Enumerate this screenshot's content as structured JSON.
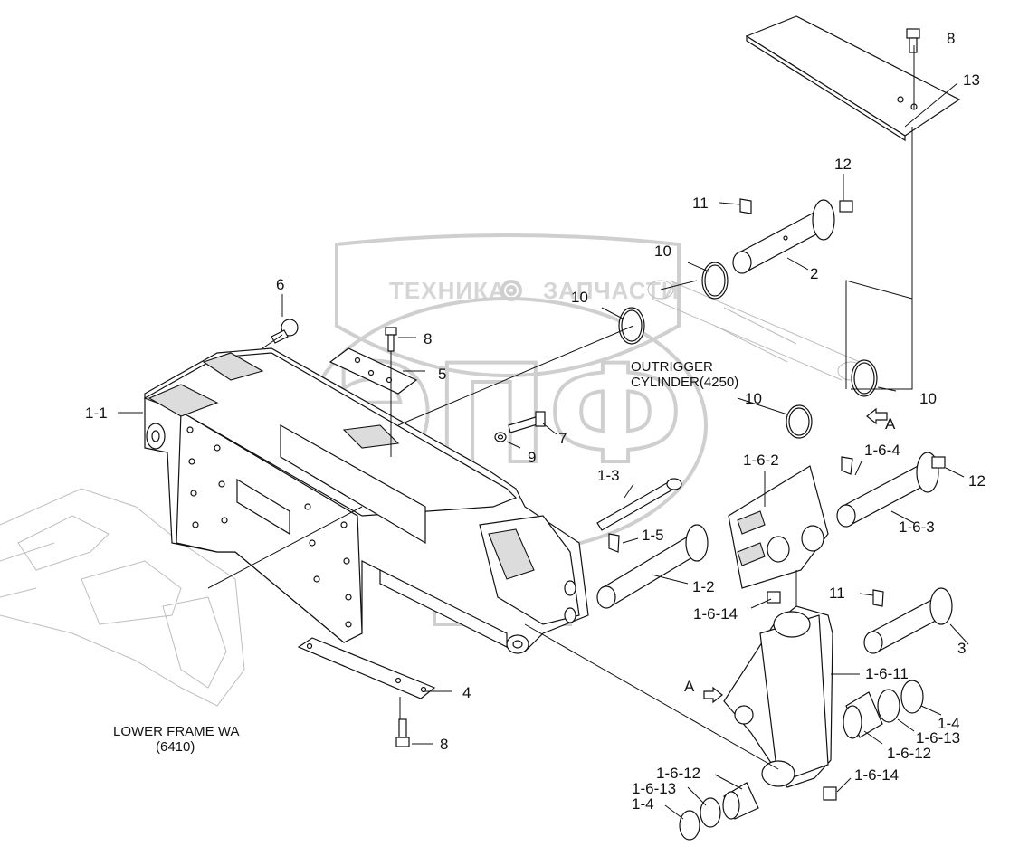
{
  "watermark": {
    "brand_left": "ТЕХНИКА",
    "brand_right": "ЗАПЧАСТИ",
    "logo_letters": "ЭПФ",
    "gear_icon": "gear-icon"
  },
  "labels": {
    "p1_1": "1-1",
    "p1_2": "1-2",
    "p1_3": "1-3",
    "p1_4a": "1-4",
    "p1_4b": "1-4",
    "p1_5": "1-5",
    "p1_6_2": "1-6-2",
    "p1_6_3": "1-6-3",
    "p1_6_4": "1-6-4",
    "p1_6_11": "1-6-11",
    "p1_6_12a": "1-6-12",
    "p1_6_12b": "1-6-12",
    "p1_6_13a": "1-6-13",
    "p1_6_13b": "1-6-13",
    "p1_6_14a": "1-6-14",
    "p1_6_14b": "1-6-14",
    "p2": "2",
    "p3": "3",
    "p4": "4",
    "p5": "5",
    "p6": "6",
    "p7": "7",
    "p8a": "8",
    "p8b": "8",
    "p8c": "8",
    "p9": "9",
    "p10a": "10",
    "p10b": "10",
    "p10c": "10",
    "p10d": "10",
    "p11a": "11",
    "p11b": "11",
    "p12a": "12",
    "p12b": "12",
    "p13": "13",
    "viewA1": "A",
    "viewA2": "A"
  },
  "notes": {
    "outrigger_line1": "OUTRIGGER",
    "outrigger_line2": "CYLINDER(4250)",
    "lower_frame_line1": "LOWER FRAME WA",
    "lower_frame_line2": "(6410)"
  }
}
